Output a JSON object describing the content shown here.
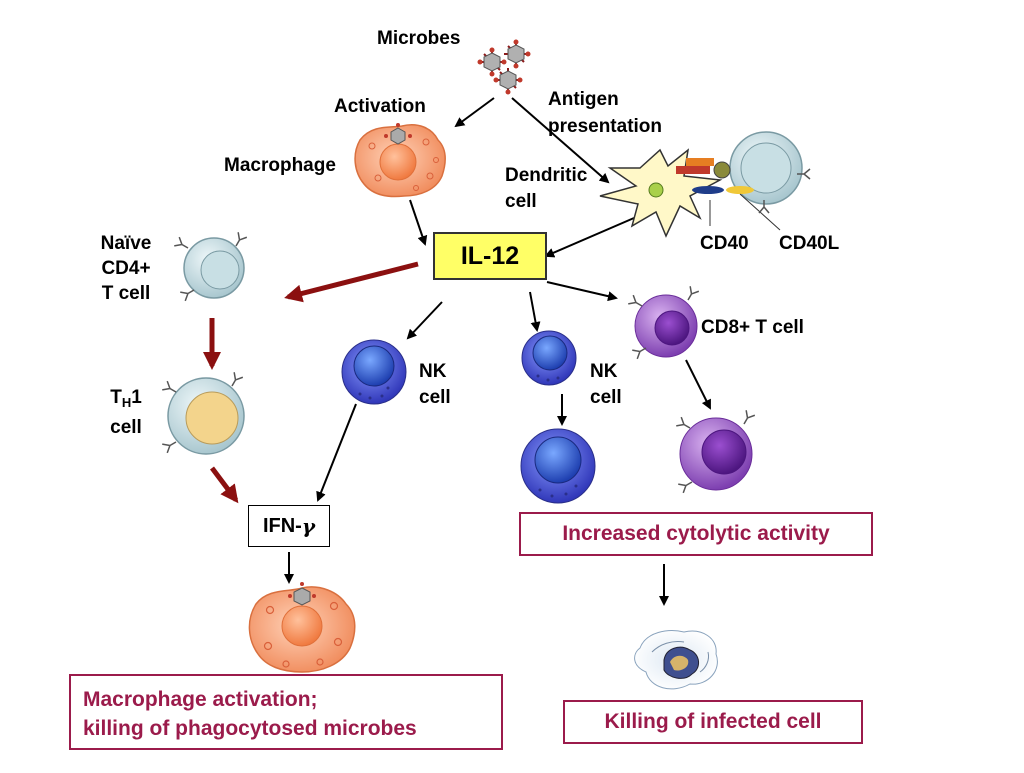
{
  "labels": {
    "microbes": "Microbes",
    "activation": "Activation",
    "antigen_presentation_1": "Antigen",
    "antigen_presentation_2": "presentation",
    "macrophage": "Macrophage",
    "dendritic_1": "Dendritic",
    "dendritic_2": "cell",
    "il12": "IL-12",
    "cd40": "CD40",
    "cd40l": "CD40L",
    "naive_1": "Naïve",
    "naive_2": "CD4+",
    "naive_3": "T cell",
    "th1_T": "T",
    "th1_sub": "H",
    "th1_1": "1",
    "th1_cell": "cell",
    "nk1_1": "NK",
    "nk1_2": "cell",
    "nk2_1": "NK",
    "nk2_2": "cell",
    "cd8": "CD8+ T cell",
    "ifn_prefix": "IFN-",
    "ifn_symbol": "γ",
    "increased": "Increased cytolytic activity",
    "macro_act_1": "Macrophage activation;",
    "macro_act_2": "killing of phagocytosed microbes",
    "killing_infected": "Killing of infected cell"
  },
  "colors": {
    "il12_fill": "#ffff66",
    "outcome_text": "#9b1b4b",
    "main_arrow": "#8b1010",
    "macrophage": "#f6a37d",
    "nk_cell": "#4a55e0",
    "cd8_cell": "#9b59c8",
    "t_cell": "#c9e0e6",
    "dendritic": "#fff8c8"
  }
}
